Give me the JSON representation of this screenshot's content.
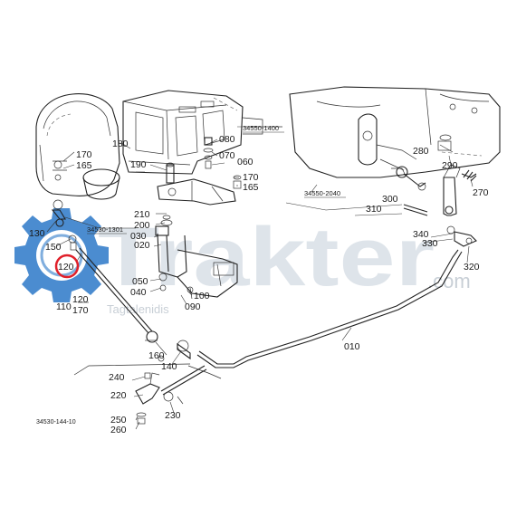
{
  "watermark": {
    "brand": "Trakter",
    "suffix": ".com",
    "tagline": "Tagtalenidis"
  },
  "colors": {
    "highlight": "#e0202a",
    "gear": "#2c78c8",
    "watermark": "#d4dbe3"
  },
  "drawing_code": "34530-144-10",
  "refs": [
    {
      "id": "ref-34550-1400",
      "text": "34550-1400"
    },
    {
      "id": "ref-34530-1301",
      "text": "34530-1301"
    },
    {
      "id": "ref-34550-2040",
      "text": "34550-2040"
    }
  ],
  "callouts": [
    {
      "id": "010",
      "text": "010"
    },
    {
      "id": "020",
      "text": "020"
    },
    {
      "id": "030",
      "text": "030"
    },
    {
      "id": "040",
      "text": "040"
    },
    {
      "id": "050",
      "text": "050"
    },
    {
      "id": "060",
      "text": "060"
    },
    {
      "id": "070",
      "text": "070"
    },
    {
      "id": "080",
      "text": "080"
    },
    {
      "id": "090",
      "text": "090"
    },
    {
      "id": "100",
      "text": "100"
    },
    {
      "id": "110",
      "text": "110"
    },
    {
      "id": "120a",
      "text": "120"
    },
    {
      "id": "120b",
      "text": "120"
    },
    {
      "id": "130",
      "text": "130"
    },
    {
      "id": "140",
      "text": "140"
    },
    {
      "id": "150",
      "text": "150"
    },
    {
      "id": "160",
      "text": "160"
    },
    {
      "id": "165a",
      "text": "165"
    },
    {
      "id": "165b",
      "text": "165"
    },
    {
      "id": "170a",
      "text": "170"
    },
    {
      "id": "170b",
      "text": "170"
    },
    {
      "id": "170c",
      "text": "170"
    },
    {
      "id": "180",
      "text": "180"
    },
    {
      "id": "190",
      "text": "190"
    },
    {
      "id": "200",
      "text": "200"
    },
    {
      "id": "210",
      "text": "210"
    },
    {
      "id": "220",
      "text": "220"
    },
    {
      "id": "230",
      "text": "230"
    },
    {
      "id": "240",
      "text": "240"
    },
    {
      "id": "250",
      "text": "250"
    },
    {
      "id": "260",
      "text": "260"
    },
    {
      "id": "270",
      "text": "270"
    },
    {
      "id": "280",
      "text": "280"
    },
    {
      "id": "290",
      "text": "290"
    },
    {
      "id": "300",
      "text": "300"
    },
    {
      "id": "310",
      "text": "310"
    },
    {
      "id": "320",
      "text": "320"
    },
    {
      "id": "330",
      "text": "330"
    },
    {
      "id": "340",
      "text": "340"
    }
  ],
  "highlighted_callout": "120a"
}
